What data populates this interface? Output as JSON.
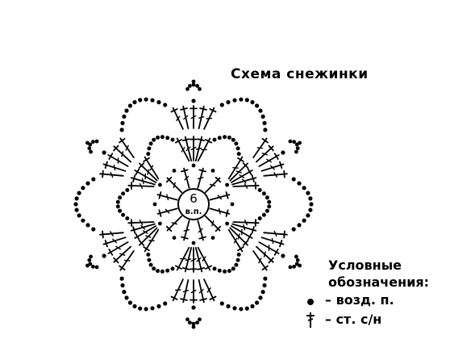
{
  "title": "Схема снежинки",
  "center_label": {
    "count": "6",
    "unit": "в.п."
  },
  "legend": {
    "heading_line1": "Условные",
    "heading_line2": "обозначения:",
    "items": [
      {
        "symbol": "chain-dot-icon",
        "label": "– возд. п."
      },
      {
        "symbol": "double-crochet-icon",
        "label": "– ст. с/н"
      }
    ]
  },
  "colors": {
    "ink": "#000000",
    "paper": "#ffffff"
  }
}
